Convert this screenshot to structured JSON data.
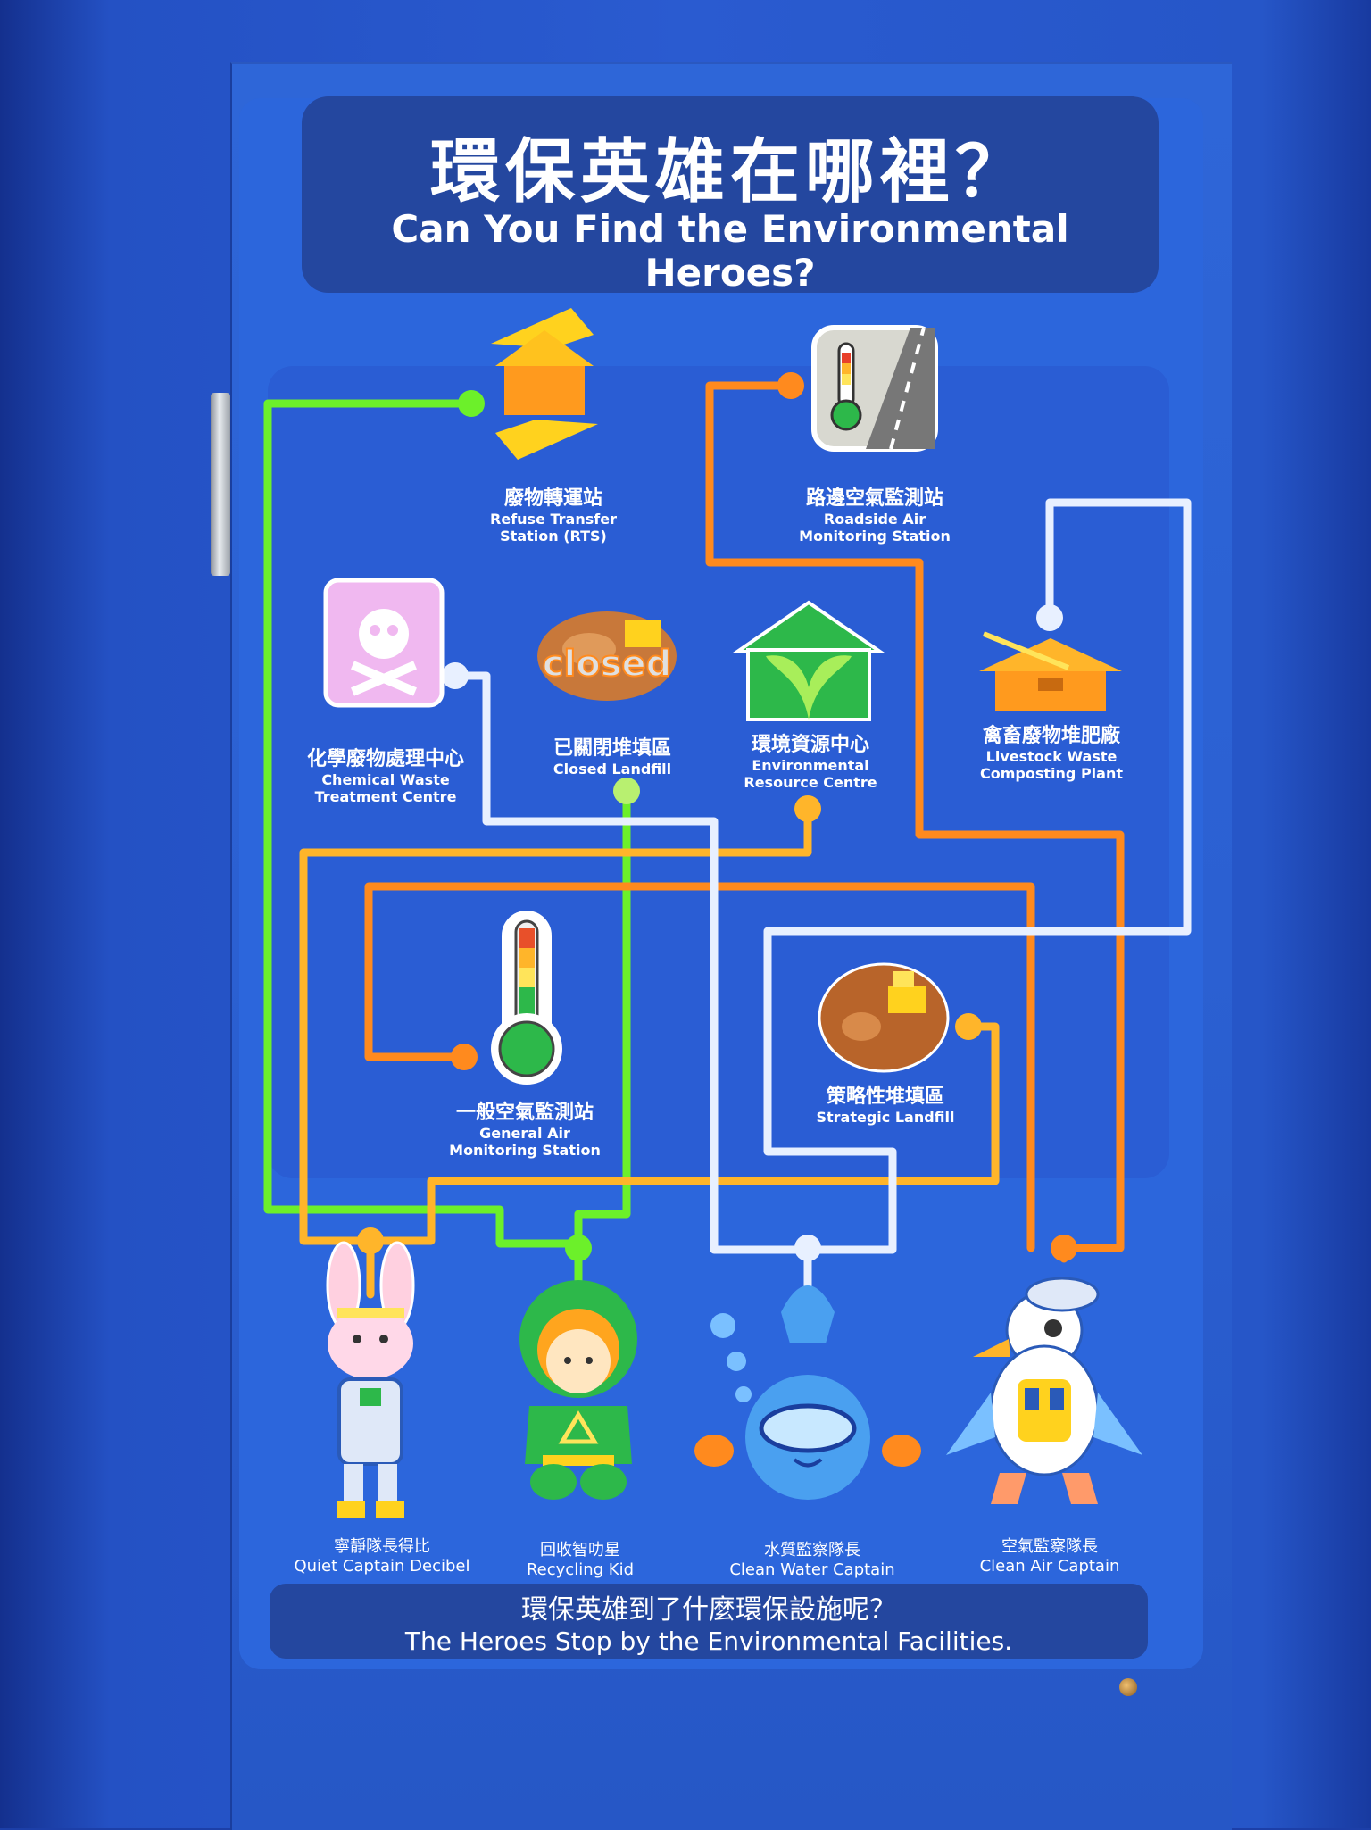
{
  "title": {
    "zh": "環保英雄在哪裡？",
    "en": "Can You Find the Environmental Heroes?"
  },
  "facilities": [
    {
      "id": "rts",
      "zh": "廢物轉運站",
      "en_1": "Refuse Transfer",
      "en_2": "Station (RTS)",
      "icon": "recycle-house-icon"
    },
    {
      "id": "roadside",
      "zh": "路邊空氣監測站",
      "en_1": "Roadside Air",
      "en_2": "Monitoring Station",
      "icon": "road-thermometer-icon"
    },
    {
      "id": "chemical",
      "zh": "化學廢物處理中心",
      "en_1": "Chemical Waste",
      "en_2": "Treatment Centre",
      "icon": "skull-barrel-icon"
    },
    {
      "id": "closed",
      "zh": "已關閉堆填區",
      "en_1": "Closed Landfill",
      "en_2": "",
      "icon": "closed-landfill-icon",
      "badge": "closed"
    },
    {
      "id": "resource",
      "zh": "環境資源中心",
      "en_1": "Environmental",
      "en_2": "Resource Centre",
      "icon": "green-house-icon"
    },
    {
      "id": "livestock",
      "zh": "禽畜廢物堆肥廠",
      "en_1": "Livestock Waste",
      "en_2": "Composting Plant",
      "icon": "barn-icon"
    },
    {
      "id": "general",
      "zh": "一般空氣監測站",
      "en_1": "General Air",
      "en_2": "Monitoring Station",
      "icon": "thermometer-icon"
    },
    {
      "id": "strategic",
      "zh": "策略性堆填區",
      "en_1": "Strategic Landfill",
      "en_2": "",
      "icon": "landfill-bulldozer-icon"
    }
  ],
  "heroes": [
    {
      "id": "decibel",
      "zh": "寧靜隊長得比",
      "en": "Quiet Captain Decibel",
      "icon": "rabbit-hero-icon"
    },
    {
      "id": "recycling",
      "zh": "回收智叻星",
      "en": "Recycling Kid",
      "icon": "recycling-kid-icon"
    },
    {
      "id": "water",
      "zh": "水質監察隊長",
      "en": "Clean Water Captain",
      "icon": "water-drop-hero-icon"
    },
    {
      "id": "air",
      "zh": "空氣監察隊長",
      "en": "Clean Air Captain",
      "icon": "bird-hero-icon"
    }
  ],
  "footer": {
    "zh": "環保英雄到了什麼環保設施呢？",
    "en": "The Heroes Stop by the Environmental Facilities."
  },
  "colors": {
    "route_green": "#6cf02a",
    "route_orange": "#ff8a1e",
    "route_yellow": "#ffb52a",
    "route_white": "#e8f0ff",
    "panel_blue": "#2c66dc",
    "title_blue": "#24479f"
  }
}
